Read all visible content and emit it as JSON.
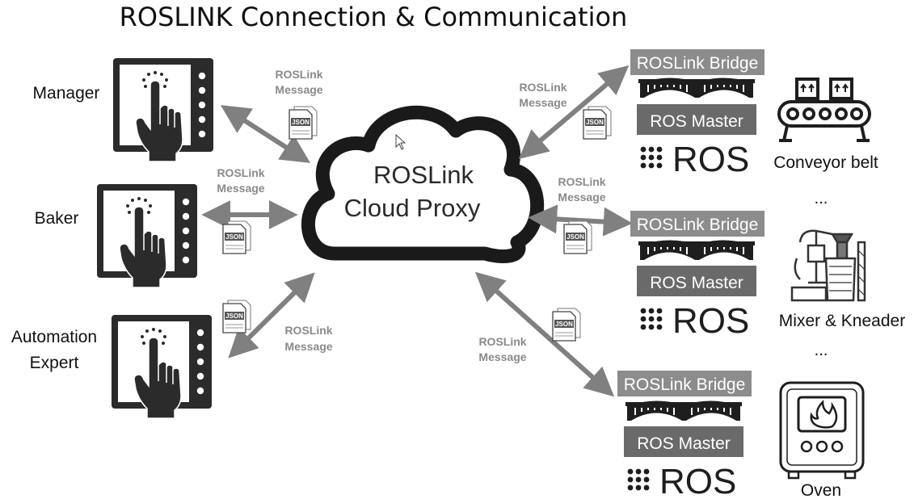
{
  "title": "ROSLINK Connection & Communication",
  "cloud": {
    "line1": "ROSLink",
    "line2": "Cloud Proxy"
  },
  "users": [
    {
      "label_lines": [
        "Manager"
      ]
    },
    {
      "label_lines": [
        "Baker"
      ]
    },
    {
      "label_lines": [
        "Automation",
        "Expert"
      ]
    }
  ],
  "message": {
    "line1": "ROSLink",
    "line2": "Message",
    "json_tag": "JSON"
  },
  "robot_stack": {
    "bridge": "ROSLink Bridge",
    "master": "ROS Master",
    "logo": "ROS"
  },
  "devices": [
    "Conveyor belt",
    "Mixer & Kneader",
    "Oven"
  ],
  "ellipsis": "..."
}
